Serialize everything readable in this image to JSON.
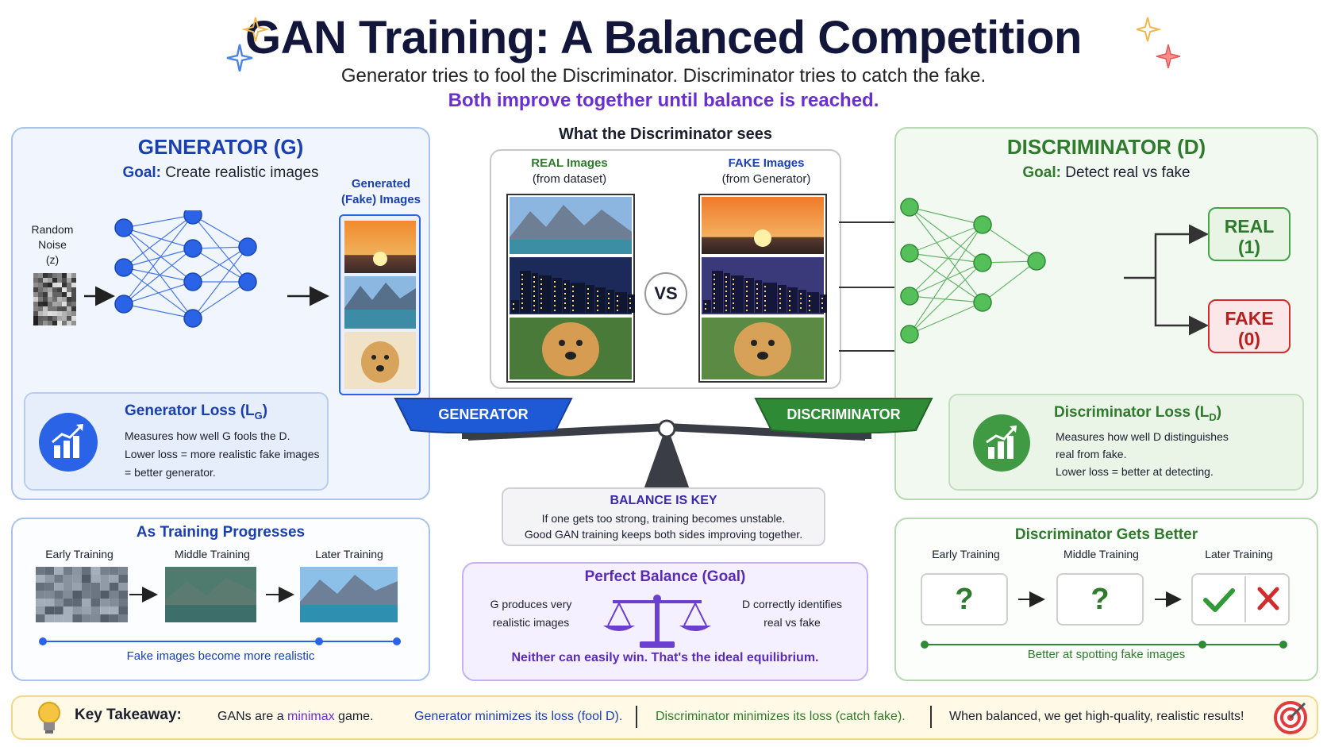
{
  "header": {
    "title": "GAN Training: A Balanced Competition",
    "subtitle": "Generator tries to fool  the Discriminator. Discriminator tries to catch the fake.",
    "tagline": "Both improve together until balance is reached."
  },
  "generator": {
    "title": "GENERATOR (G)",
    "goal_label": "Goal:",
    "goal_text": "Create realistic images",
    "noise_label": [
      "Random",
      "Noise",
      "(z)"
    ],
    "output_label": [
      "Generated",
      "(Fake) Images"
    ],
    "loss_title": "Generator Loss (L",
    "loss_sub": "G",
    "loss_lines": [
      "Measures how well G fools the D.",
      "Lower loss = more realistic fake images",
      "= better generator."
    ],
    "pan_label": "GENERATOR"
  },
  "sees": {
    "title": "What the Discriminator sees",
    "real_label": "REAL Images",
    "real_sub": "(from dataset)",
    "fake_label": "FAKE Images",
    "fake_sub": "(from Generator)",
    "vs": "VS"
  },
  "discriminator": {
    "title": "DISCRIMINATOR (D)",
    "goal_label": "Goal:",
    "goal_text": "Detect real vs fake",
    "real_out": [
      "REAL",
      "(1)"
    ],
    "fake_out": [
      "FAKE",
      "(0)"
    ],
    "loss_title": "Discriminator Loss (L",
    "loss_sub": "D",
    "loss_lines": [
      "Measures how well D distinguishes",
      "real from fake.",
      "Lower loss = better at detecting."
    ],
    "pan_label": "DISCRIMINATOR"
  },
  "balance": {
    "title": "BALANCE IS KEY",
    "lines": [
      "If one gets too strong, training becomes unstable.",
      "Good GAN training keeps both sides improving together."
    ]
  },
  "progress": {
    "title": "As Training Progresses",
    "stages": [
      "Early Training",
      "Middle Training",
      "Later Training"
    ],
    "caption": "Fake images become more realistic"
  },
  "perfect": {
    "title": "Perfect Balance (Goal)",
    "left": [
      "G produces very",
      "realistic images"
    ],
    "right": [
      "D correctly identifies",
      "real vs fake"
    ],
    "caption": "Neither can easily win. That's the ideal equilibrium."
  },
  "disc_progress": {
    "title": "Discriminator Gets Better",
    "stages": [
      "Early Training",
      "Middle Training",
      "Later Training"
    ],
    "q": "?",
    "caption": "Better at spotting fake images"
  },
  "takeaway": {
    "label": "Key Takeaway:",
    "part1_pre": "GANs are a ",
    "part1_em": "minimax",
    "part1_post": " game.",
    "part2": "Generator minimizes its loss (fool D).",
    "part3": "Discriminator minimizes its loss (catch fake).",
    "part4": "When balanced, we get high-quality, realistic results!"
  },
  "colors": {
    "blue": "#2a63e6",
    "green": "#43a447",
    "purple": "#6b2fd0",
    "red": "#d22b2b"
  },
  "icons": [
    "sparkle-icon",
    "chart-up-icon",
    "lightbulb-icon",
    "target-icon",
    "check-icon",
    "cross-icon",
    "scale-icon"
  ]
}
